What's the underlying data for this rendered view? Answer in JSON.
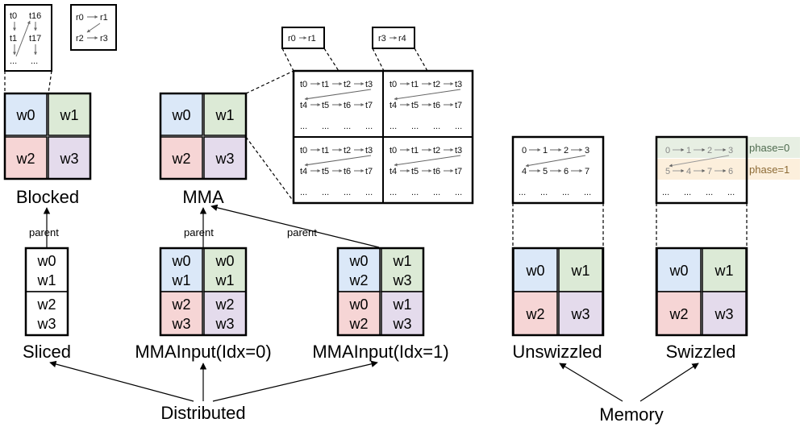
{
  "colors": {
    "w0": "#dbe8f8",
    "w1": "#dcead6",
    "w2": "#f6d5d5",
    "w3": "#e4dbec",
    "phase0_bg": "#e7efe3",
    "phase1_bg": "#fcefdc"
  },
  "labels": {
    "blocked": "Blocked",
    "mma": "MMA",
    "sliced": "Sliced",
    "mma_input_0": "MMAInput(Idx=0)",
    "mma_input_1": "MMAInput(Idx=1)",
    "unswizzled": "Unswizzled",
    "swizzled": "Swizzled",
    "distributed": "Distributed",
    "memory": "Memory",
    "parent_1": "parent",
    "parent_2": "parent",
    "parent_3": "parent"
  },
  "warps": {
    "w0": "w0",
    "w1": "w1",
    "w2": "w2",
    "w3": "w3"
  },
  "blocked_zoom": {
    "threads": {
      "a": "t0",
      "b": "t16",
      "c": "t1",
      "d": "t17",
      "e": "...",
      "f": "..."
    },
    "regs": {
      "a": "r0",
      "b": "r1",
      "c": "r2",
      "d": "r3"
    }
  },
  "mma_zoom": {
    "tag_left": {
      "a": "r0",
      "b": "r1"
    },
    "tag_right": {
      "a": "r3",
      "b": "r4"
    },
    "row1": [
      "t0",
      "t1",
      "t2",
      "t3"
    ],
    "row2": [
      "t4",
      "t5",
      "t6",
      "t7"
    ],
    "ellipsis": "..."
  },
  "unswizzled_zoom": {
    "row1": [
      "0",
      "1",
      "2",
      "3"
    ],
    "row2": [
      "4",
      "5",
      "6",
      "7"
    ],
    "ellipsis": "..."
  },
  "swizzled_zoom": {
    "row1": [
      "0",
      "1",
      "2",
      "3"
    ],
    "row2": [
      "5",
      "4",
      "7",
      "6"
    ],
    "ellipsis": "...",
    "phase0": "phase=0",
    "phase1": "phase=1"
  }
}
